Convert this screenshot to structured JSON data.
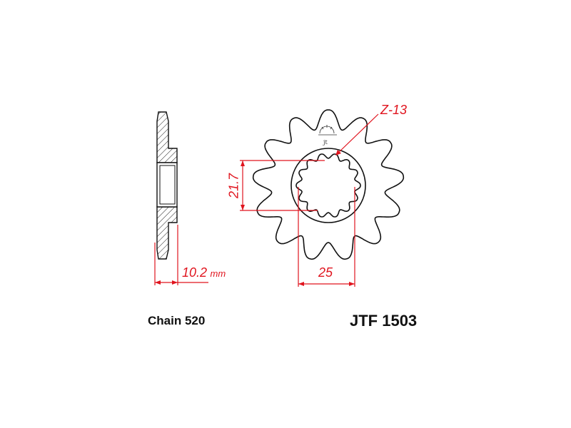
{
  "drawing": {
    "teeth_label": "Z-13",
    "teeth_count": 13,
    "bore_dimension": "21.7",
    "spline_dimension": "25",
    "thickness_dimension": "10.2",
    "thickness_unit": "mm",
    "chain_label": "Chain 520",
    "part_number": "JTF 1503",
    "line_color": "#111111",
    "dimension_color": "#e0141e"
  }
}
